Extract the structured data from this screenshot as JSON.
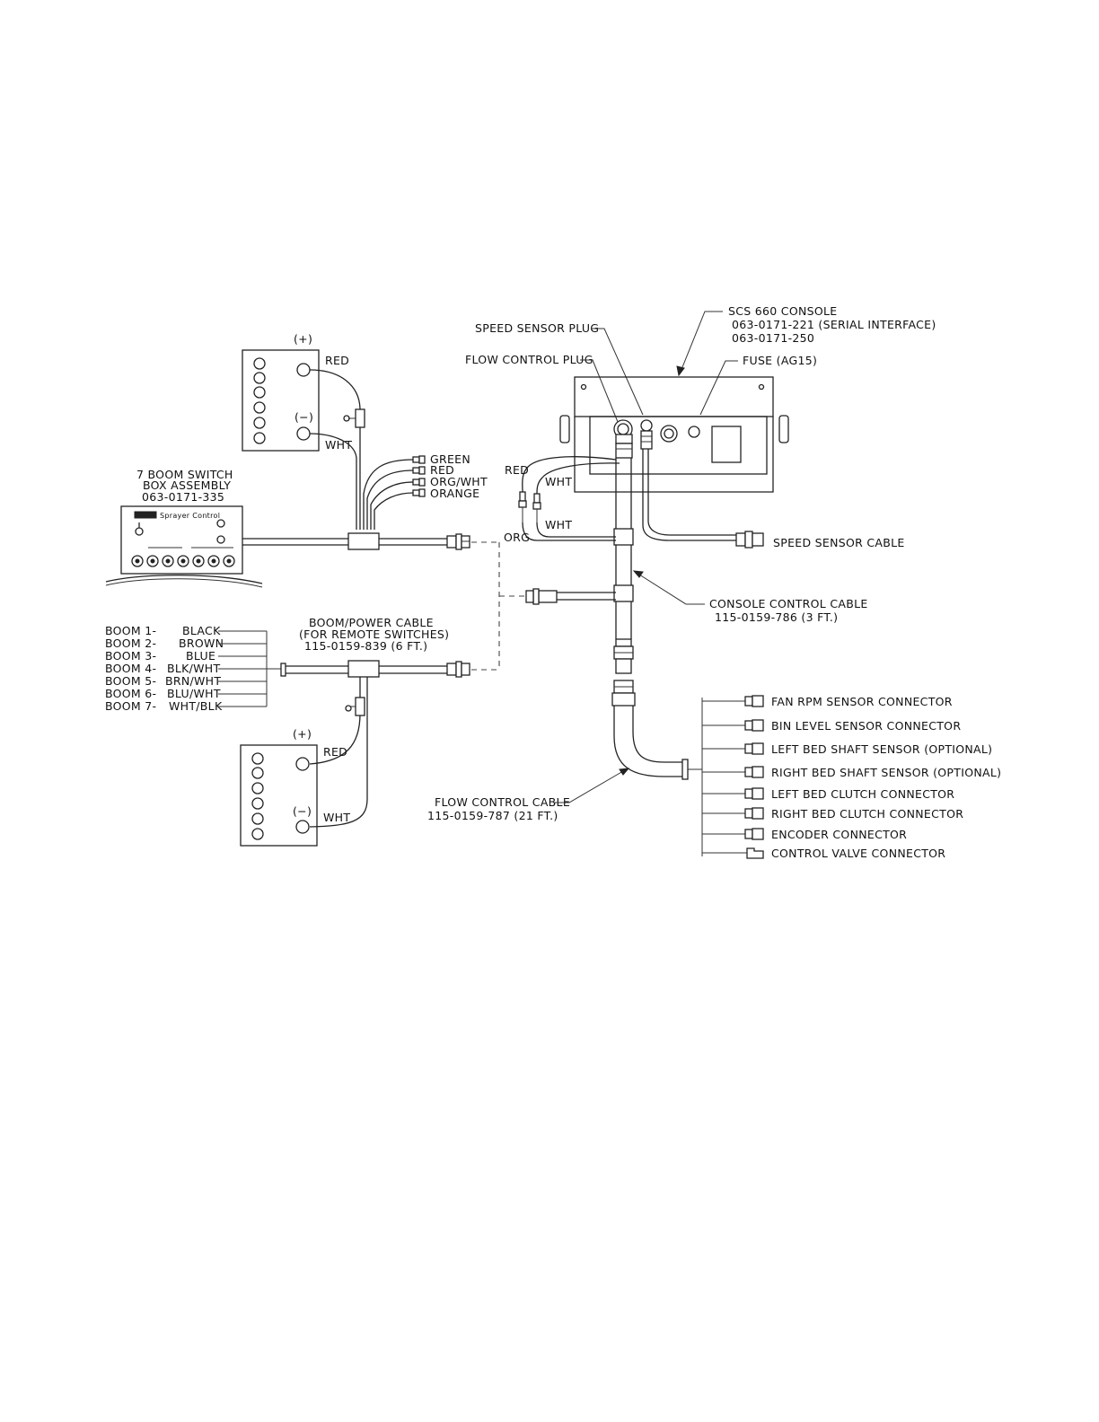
{
  "battery_top": {
    "plus": "(+)",
    "minus": "(−)",
    "red": "RED",
    "wht": "WHT"
  },
  "battery_bottom": {
    "plus": "(+)",
    "minus": "(−)",
    "red": "RED",
    "wht": "WHT"
  },
  "switch_box": {
    "label_lines": [
      "7 BOOM SWITCH",
      "BOX ASSEMBLY",
      "063-0171-335"
    ],
    "panel_text": "Sprayer Control"
  },
  "harness_wires": [
    "GREEN",
    "RED",
    "ORG/WHT",
    "ORANGE"
  ],
  "boom_cable": {
    "label_lines": [
      "BOOM/POWER CABLE",
      "(FOR REMOTE SWITCHES)",
      "115-0159-839 (6 FT.)"
    ],
    "wires": [
      {
        "boom": "BOOM 1-",
        "color": "BLACK"
      },
      {
        "boom": "BOOM 2-",
        "color": "BROWN"
      },
      {
        "boom": "BOOM 3-",
        "color": "BLUE"
      },
      {
        "boom": "BOOM 4-",
        "color": "BLK/WHT"
      },
      {
        "boom": "BOOM 5-",
        "color": "BRN/WHT"
      },
      {
        "boom": "BOOM 6-",
        "color": "BLU/WHT"
      },
      {
        "boom": "BOOM 7-",
        "color": "WHT/BLK"
      }
    ]
  },
  "console": {
    "label_lines": [
      "SCS 660 CONSOLE",
      "063-0171-221 (SERIAL INTERFACE)",
      "063-0171-250"
    ],
    "speed_sensor_plug": "SPEED SENSOR PLUG",
    "flow_control_plug": "FLOW CONTROL PLUG",
    "fuse": "FUSE (AG15)"
  },
  "console_wires": {
    "red": "RED",
    "wht_top": "WHT",
    "wht_bottom": "WHT",
    "org": "ORG"
  },
  "speed_sensor_cable": "SPEED SENSOR CABLE",
  "console_control_cable": [
    "CONSOLE CONTROL CABLE",
    "115-0159-786 (3 FT.)"
  ],
  "flow_control_cable": [
    "FLOW CONTROL CABLE",
    "115-0159-787 (21 FT.)"
  ],
  "connectors": [
    "FAN RPM SENSOR CONNECTOR",
    "BIN LEVEL SENSOR CONNECTOR",
    "LEFT BED SHAFT SENSOR (OPTIONAL)",
    "RIGHT BED SHAFT SENSOR (OPTIONAL)",
    "LEFT BED CLUTCH CONNECTOR",
    "RIGHT BED CLUTCH CONNECTOR",
    "ENCODER CONNECTOR",
    "CONTROL VALVE CONNECTOR"
  ]
}
